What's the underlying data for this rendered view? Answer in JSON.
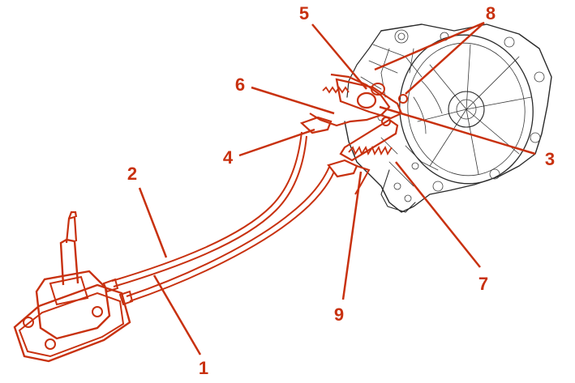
{
  "diagram": {
    "accent_color": "#c8310f",
    "line_color": "#2a2a2a",
    "callouts": [
      {
        "id": "1",
        "label": "1"
      },
      {
        "id": "2",
        "label": "2"
      },
      {
        "id": "3",
        "label": "3"
      },
      {
        "id": "4",
        "label": "4"
      },
      {
        "id": "5",
        "label": "5"
      },
      {
        "id": "6",
        "label": "6"
      },
      {
        "id": "7",
        "label": "7"
      },
      {
        "id": "8",
        "label": "8"
      },
      {
        "id": "9",
        "label": "9"
      }
    ],
    "components": [
      "gear-lever-assembly",
      "shift-cables",
      "transmission-housing",
      "selector-mechanism"
    ]
  }
}
